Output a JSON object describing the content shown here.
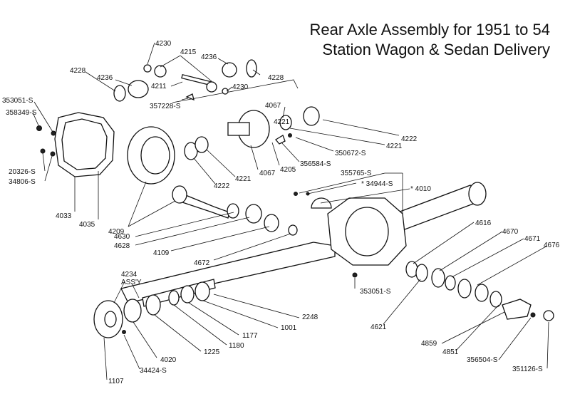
{
  "title": {
    "line1": "Rear Axle Assembly for 1951 to 54",
    "line2": "Station Wagon & Sedan Delivery"
  },
  "labels": [
    "4230",
    "4215",
    "4236",
    "4228",
    "4236",
    "4211",
    "4230",
    "357228-S",
    "4228",
    "353051-S",
    "358349-S",
    "20326-S",
    "34806-S",
    "4033",
    "4035",
    "4209",
    "4067",
    "4221",
    "4222",
    "4221",
    "350672-S",
    "4222",
    "4221",
    "4067",
    "4205",
    "356584-S",
    "355765-S",
    "* 34944-S",
    "* 4010",
    "4630",
    "4628",
    "4109",
    "4672",
    "4616",
    "4670",
    "4671",
    "4676",
    "353051-S",
    "4621",
    "4234",
    "ASS'Y",
    "2248",
    "1001",
    "1177",
    "1180",
    "1225",
    "4020",
    "34424-S",
    "1107",
    "4859",
    "4851",
    "356504-S",
    "351126-S"
  ],
  "colors": {
    "ink": "#111111",
    "paper": "#ffffff"
  }
}
